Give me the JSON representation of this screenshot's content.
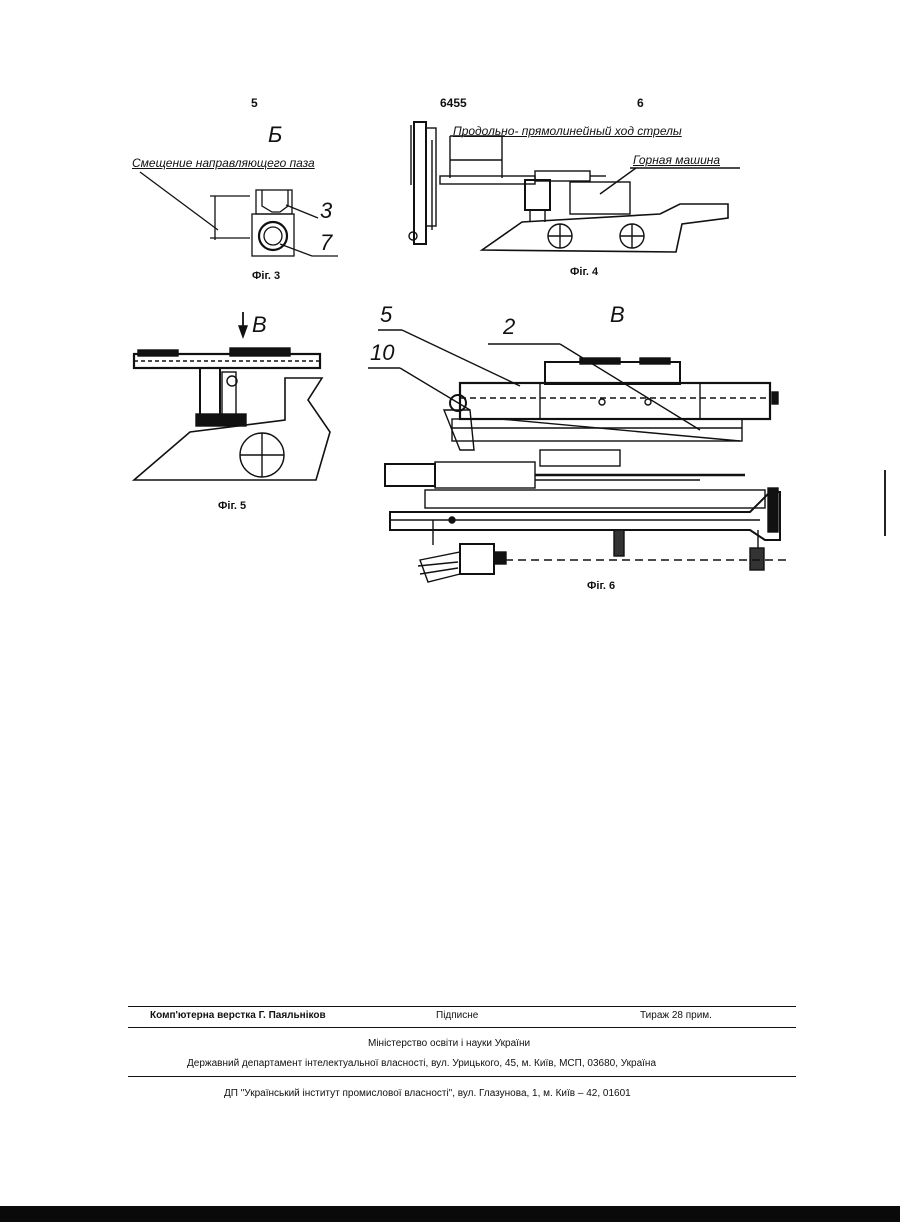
{
  "header": {
    "page_left": "5",
    "patent_number": "6455",
    "page_right": "6"
  },
  "fig3": {
    "caption": "Фіг. 3",
    "section_label": "Б",
    "note": "Смещение направляющего паза",
    "ref_a": "3",
    "ref_b": "7"
  },
  "fig4": {
    "caption": "Фіг. 4",
    "note_stroke": "Продольно- прямолинейный ход стрелы",
    "note_machine": "Горная машина"
  },
  "fig5": {
    "caption": "Фіг. 5",
    "view_label": "В"
  },
  "fig6": {
    "caption": "Фіг. 6",
    "view_label": "В",
    "ref_5": "5",
    "ref_2": "2",
    "ref_10": "10"
  },
  "footer": {
    "typesetter": "Комп'ютерна верстка Г. Паяльніков",
    "signed": "Підписне",
    "circulation": "Тираж 28 прим.",
    "ministry": "Міністерство освіти і науки України",
    "department": "Державний департамент інтелектуальної власності, вул. Урицького, 45, м. Київ, МСП, 03680, Україна",
    "institute": "ДП \"Український інститут промислової власності\", вул. Глазунова, 1, м. Київ – 42, 01601"
  }
}
